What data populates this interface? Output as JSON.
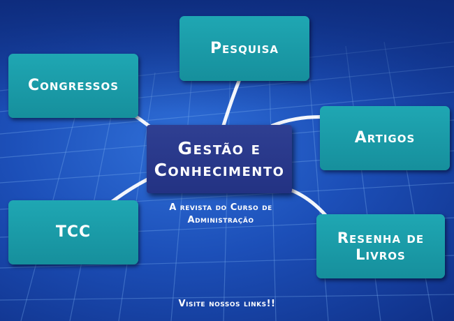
{
  "nodes": {
    "pesquisa": "Pesquisa",
    "congressos": "Congressos",
    "artigos": "Artigos",
    "tcc": "TCC",
    "resenha": "Resenha de Livros",
    "center": "Gestão e Conhecimento"
  },
  "subtitle": "A revista do Curso de Administração",
  "footer": "Visite nossos links!!",
  "colors": {
    "background": "#1c4fb8",
    "node_fill": "#1a9aa7",
    "center_fill": "#2a3a8c",
    "arrow": "#ffffff"
  }
}
